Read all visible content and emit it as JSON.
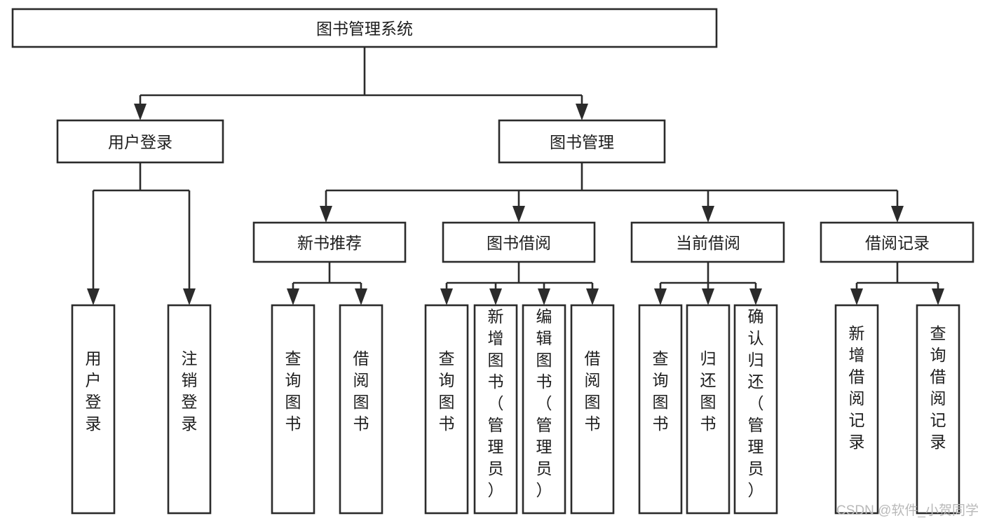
{
  "diagram": {
    "title": "图书管理系统",
    "type": "tree-hierarchy",
    "root": {
      "id": "root",
      "label": "图书管理系统"
    },
    "level2": [
      {
        "id": "user-login",
        "label": "用户登录"
      },
      {
        "id": "book-manage",
        "label": "图书管理"
      }
    ],
    "level3": [
      {
        "id": "new-book-rec",
        "label": "新书推荐",
        "parent": "book-manage"
      },
      {
        "id": "book-borrow",
        "label": "图书借阅",
        "parent": "book-manage"
      },
      {
        "id": "current-borrow",
        "label": "当前借阅",
        "parent": "book-manage"
      },
      {
        "id": "borrow-record",
        "label": "借阅记录",
        "parent": "book-manage"
      }
    ],
    "leaves": {
      "user-login": [
        {
          "id": "leaf-user-login",
          "label": "用户登录"
        },
        {
          "id": "leaf-user-logout",
          "label": "注销登录"
        }
      ],
      "new-book-rec": [
        {
          "id": "leaf-query-book-1",
          "label": "查询图书"
        },
        {
          "id": "leaf-borrow-book-1",
          "label": "借阅图书"
        }
      ],
      "book-borrow": [
        {
          "id": "leaf-query-book-2",
          "label": "查询图书"
        },
        {
          "id": "leaf-add-book",
          "label": "新增图书（管理员）"
        },
        {
          "id": "leaf-edit-book",
          "label": "编辑图书（管理员）"
        },
        {
          "id": "leaf-borrow-book-2",
          "label": "借阅图书"
        }
      ],
      "current-borrow": [
        {
          "id": "leaf-query-book-3",
          "label": "查询图书"
        },
        {
          "id": "leaf-return-book",
          "label": "归还图书"
        },
        {
          "id": "leaf-confirm-return",
          "label": "确认归还（管理员）"
        }
      ],
      "borrow-record": [
        {
          "id": "leaf-add-record",
          "label": "新增借阅记录"
        },
        {
          "id": "leaf-query-record",
          "label": "查询借阅记录"
        }
      ]
    },
    "colors": {
      "stroke": "#2b2b2b",
      "fill": "#ffffff",
      "text": "#1d1d1d",
      "watermark": "#b9b9b9"
    }
  },
  "watermark": {
    "text": "CSDN @软件_小贺同学"
  }
}
